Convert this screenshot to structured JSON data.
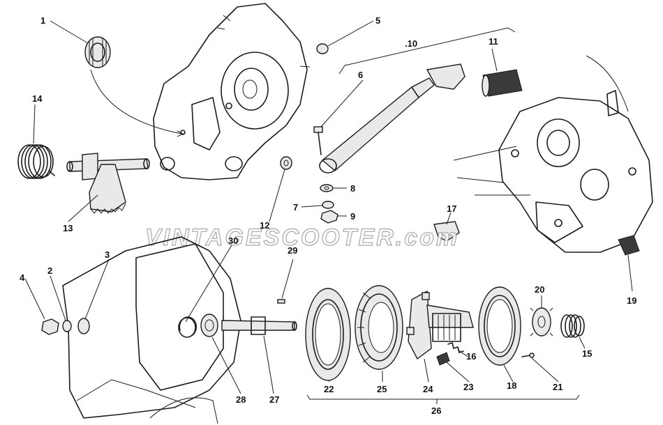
{
  "watermark": "VINTAGESCOOTER.com",
  "callouts": {
    "c1": "1",
    "c2": "2",
    "c3": "3",
    "c4": "4",
    "c5": "5",
    "c6": "6",
    "c7": "7",
    "c8": "8",
    "c9": "9",
    "c10": ".10",
    "c11": "11",
    "c12": "12",
    "c13": "13",
    "c14": "14",
    "c15": "15",
    "c16": "16",
    "c17": "17",
    "c18": "18",
    "c19": "19",
    "c20": "20",
    "c21": "21",
    "c22": "22",
    "c23": "23",
    "c24": "24",
    "c25": "25",
    "c26": "26",
    "c27": "27",
    "c28": "28",
    "c29": "29",
    "c30": "30"
  }
}
